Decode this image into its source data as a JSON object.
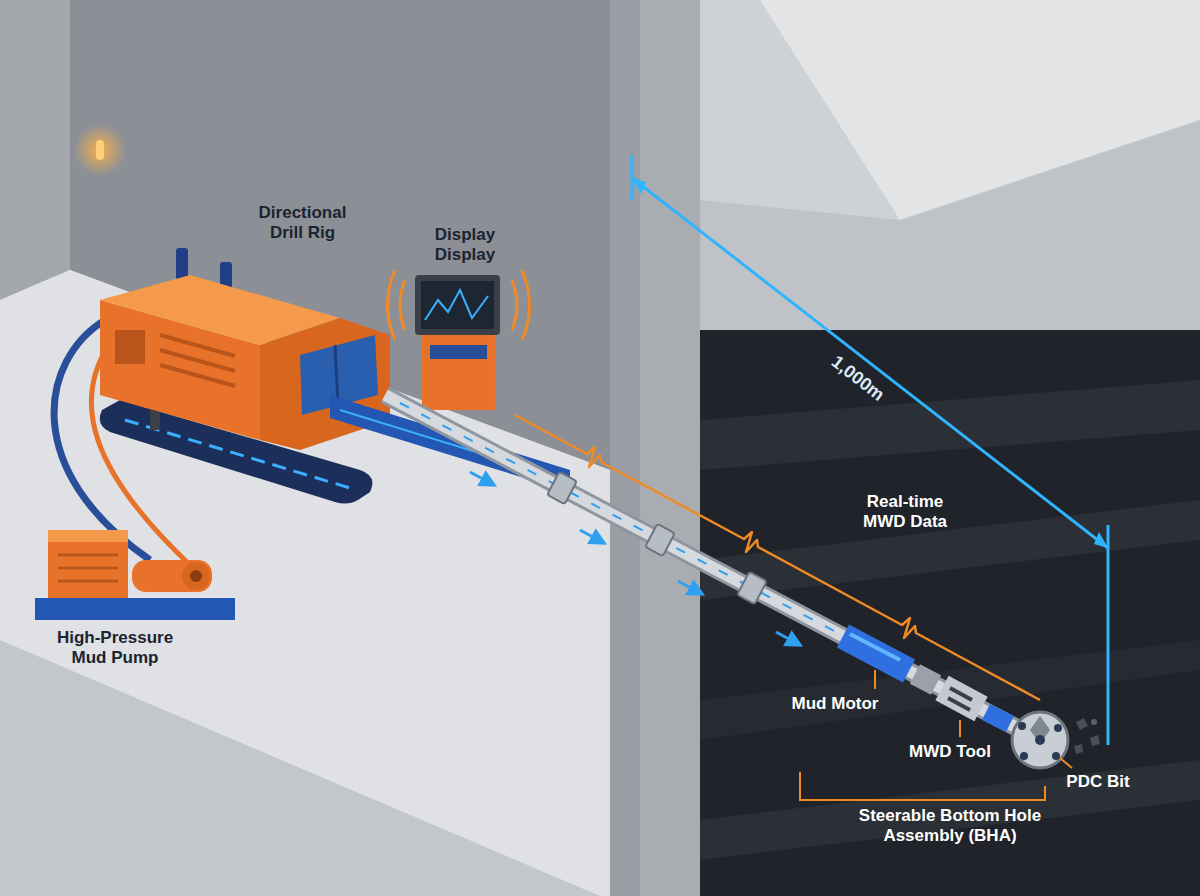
{
  "diagram": {
    "labels": [
      "Directional Drill Rig",
      "Display Display",
      "High-Pressure Mud Pump",
      "1,000m",
      "Real-time MWD Data",
      "Mud Motor",
      "MWD Tool",
      "PDC Bit",
      "Steerable Bottom Hole Assembly (BHA)"
    ]
  }
}
